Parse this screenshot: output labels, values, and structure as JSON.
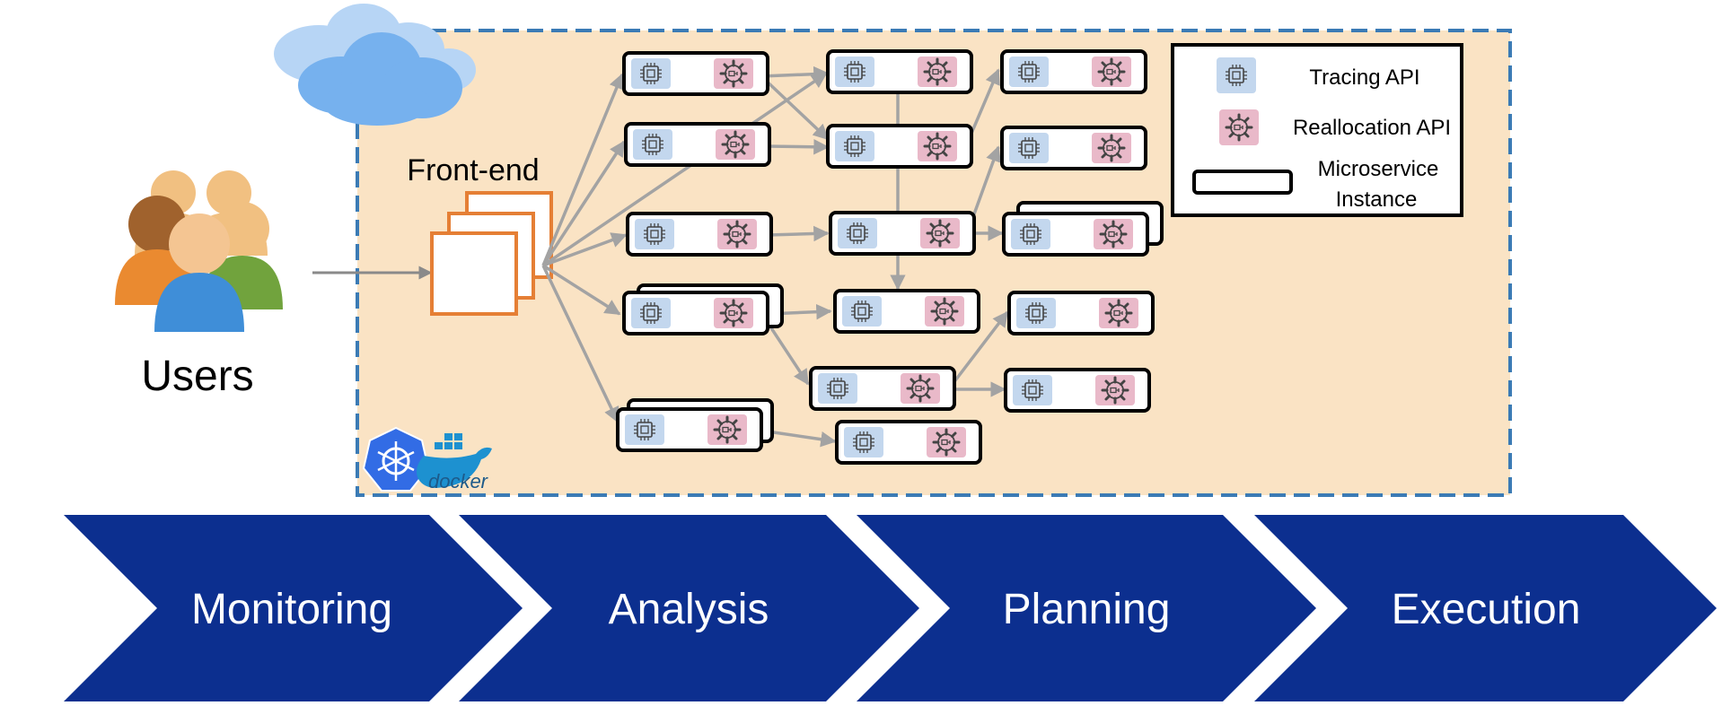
{
  "users": {
    "label": "Users"
  },
  "frontend": {
    "label": "Front-end"
  },
  "legend": {
    "tracing": "Tracing API",
    "reallocation": "Reallocation API",
    "instance_line1": "Microservice",
    "instance_line2": "Instance"
  },
  "logos": {
    "docker": "docker"
  },
  "pipeline": {
    "stages": [
      "Monitoring",
      "Analysis",
      "Planning",
      "Execution"
    ]
  },
  "colors": {
    "cluster_bg": "#fae3c4",
    "cluster_border": "#3b7bb5",
    "tracing_chip": "#c3d7ee",
    "reallocation_chip": "#e9b9c9",
    "frontend_border": "#e57f35",
    "arrow": "#a3a3a3",
    "pipeline": "#0c2f8f",
    "cloud": "#76b1ee",
    "kubernetes": "#326ce5",
    "docker": "#1d91d0"
  }
}
